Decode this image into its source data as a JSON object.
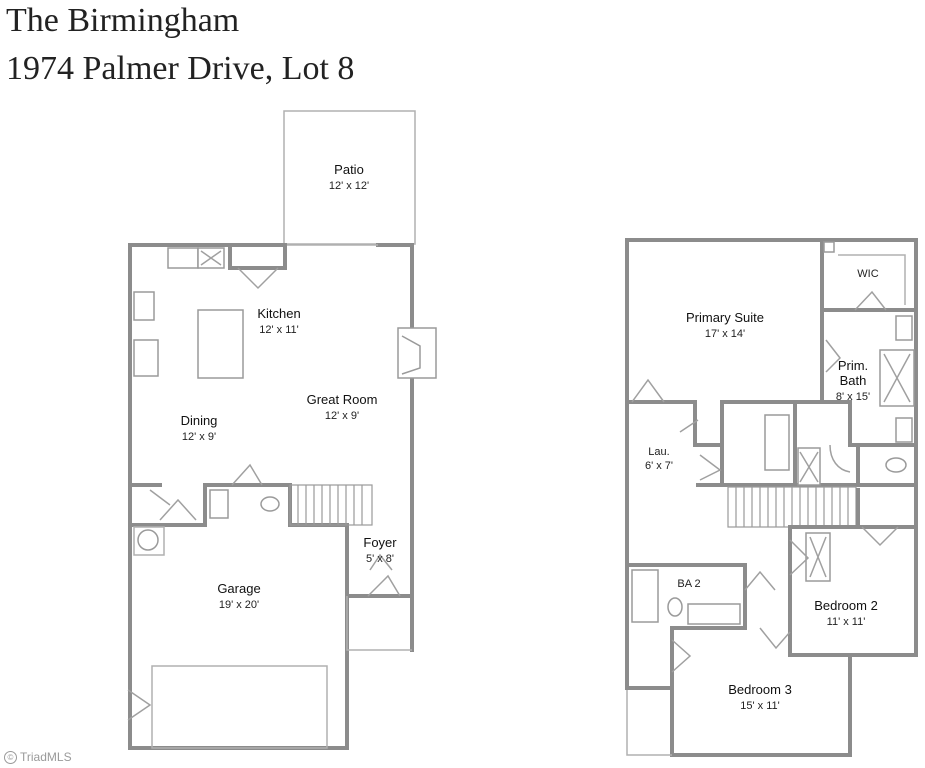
{
  "header": {
    "title": "The Birmingham",
    "address": "1974 Palmer Drive, Lot 8"
  },
  "rooms": {
    "patio": {
      "name": "Patio",
      "dim": "12' x 12'"
    },
    "kitchen": {
      "name": "Kitchen",
      "dim": "12' x 11'"
    },
    "great_room": {
      "name": "Great Room",
      "dim": "12' x 9'"
    },
    "dining": {
      "name": "Dining",
      "dim": "12' x 9'"
    },
    "foyer": {
      "name": "Foyer",
      "dim": "5' x 8'"
    },
    "garage": {
      "name": "Garage",
      "dim": "19' x 20'"
    },
    "primary_suite": {
      "name": "Primary Suite",
      "dim": "17' x 14'"
    },
    "wic": {
      "name": "WIC"
    },
    "prim_bath": {
      "name1": "Prim.",
      "name2": "Bath",
      "dim": "8' x 15'"
    },
    "laundry": {
      "name": "Lau.",
      "dim": "6' x 7'"
    },
    "ba2": {
      "name": "BA 2"
    },
    "bedroom2": {
      "name": "Bedroom 2",
      "dim": "11' x 11'"
    },
    "bedroom3": {
      "name": "Bedroom 3",
      "dim": "15' x 11'"
    }
  },
  "watermark": {
    "text": "TriadMLS",
    "icon": "copyright-icon"
  },
  "colors": {
    "wall": "#8c8c8c",
    "background": "#ffffff"
  }
}
